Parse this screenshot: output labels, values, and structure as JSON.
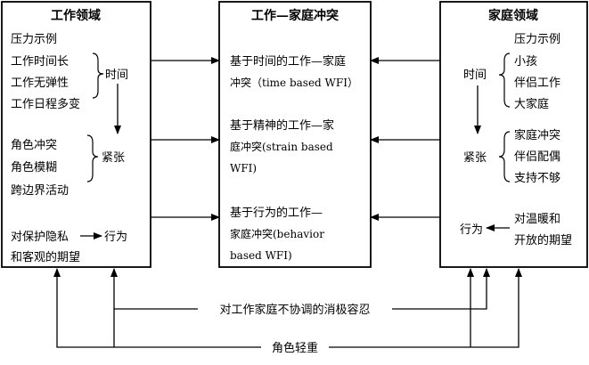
{
  "work_domain": {
    "title": "工作领域",
    "stressor_header": "压力示例",
    "time_items": [
      "工作时间长",
      "工作无弹性",
      "工作日程多变"
    ],
    "time_label": "时间",
    "strain_items": [
      "角色冲突",
      "角色模糊",
      "跨边界活动"
    ],
    "strain_label": "紧张",
    "behavior_line1": "对保护隐私",
    "behavior_label": "行为",
    "behavior_line2": "和客观的期望"
  },
  "conflict": {
    "title": "工作—家庭冲突",
    "time_based": [
      "基于时间的工作—家庭",
      "冲突（time based WFI）"
    ],
    "strain_based": [
      "基于精神的工作—家",
      "庭冲突(strain based",
      "WFI)"
    ],
    "behavior_based": [
      "基于行为的工作—",
      "家庭冲突(behavior",
      "based WFI)"
    ]
  },
  "family_domain": {
    "title": "家庭领域",
    "stressor_header": "压力示例",
    "time_label": "时间",
    "time_items": [
      "小孩",
      "伴侣工作",
      "大家庭"
    ],
    "strain_label": "紧张",
    "strain_items": [
      "家庭冲突",
      "伴侣配偶",
      "支持不够"
    ],
    "behavior_label": "行为",
    "behavior_items": [
      "对温暖和",
      "开放的期望"
    ]
  },
  "bottom": {
    "tolerance_label": "对工作家庭不协调的消极容忍",
    "salience_label": "角色轻重"
  }
}
